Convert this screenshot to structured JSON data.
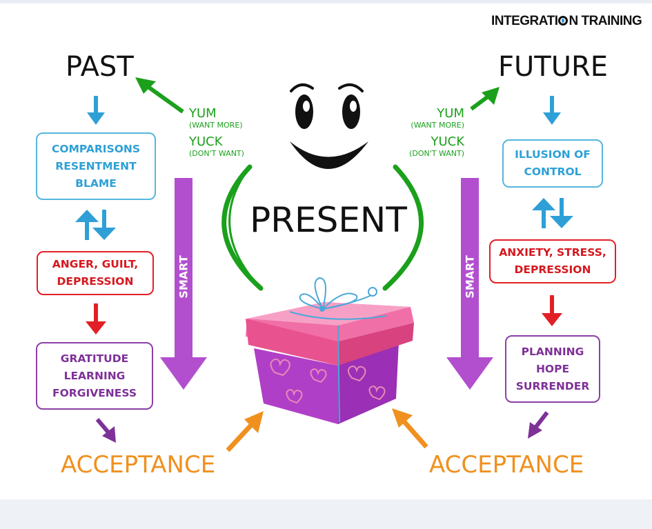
{
  "brand": {
    "before": "INTEGRATI",
    "after": "N TRAINING"
  },
  "labels": {
    "past": "PAST",
    "future": "FUTURE",
    "present": "PRESENT",
    "acceptance_left": "ACCEPTANCE",
    "acceptance_right": "ACCEPTANCE"
  },
  "smart": {
    "left": "SMART",
    "right": "SMART"
  },
  "yum_yuck": {
    "left": {
      "yum": "YUM",
      "yum_sub": "(WANT MORE)",
      "yuck": "YUCK",
      "yuck_sub": "(DON'T WANT)"
    },
    "right": {
      "yum": "YUM",
      "yum_sub": "(WANT MORE)",
      "yuck": "YUCK",
      "yuck_sub": "(DON'T WANT)"
    }
  },
  "past_boxes": {
    "top": [
      "COMPARISONS",
      "RESENTMENT",
      "BLAME"
    ],
    "middle": [
      "ANGER, GUILT,",
      "DEPRESSION"
    ],
    "bottom": [
      "GRATITUDE",
      "LEARNING",
      "FORGIVENESS"
    ]
  },
  "future_boxes": {
    "top": [
      "ILLUSION OF",
      "CONTROL"
    ],
    "middle": [
      "ANXIETY, STRESS,",
      "DEPRESSION"
    ],
    "bottom": [
      "PLANNING",
      "HOPE",
      "SURRENDER"
    ]
  },
  "colors": {
    "blue": "#2ea0d6",
    "red": "#d6181f",
    "purple": "#7e3198",
    "green": "#1ba01b",
    "orange": "#f0901e",
    "arrow_purple": "#b14fcf",
    "gift_pink": "#e8528f",
    "gift_purple": "#b03fc7"
  }
}
